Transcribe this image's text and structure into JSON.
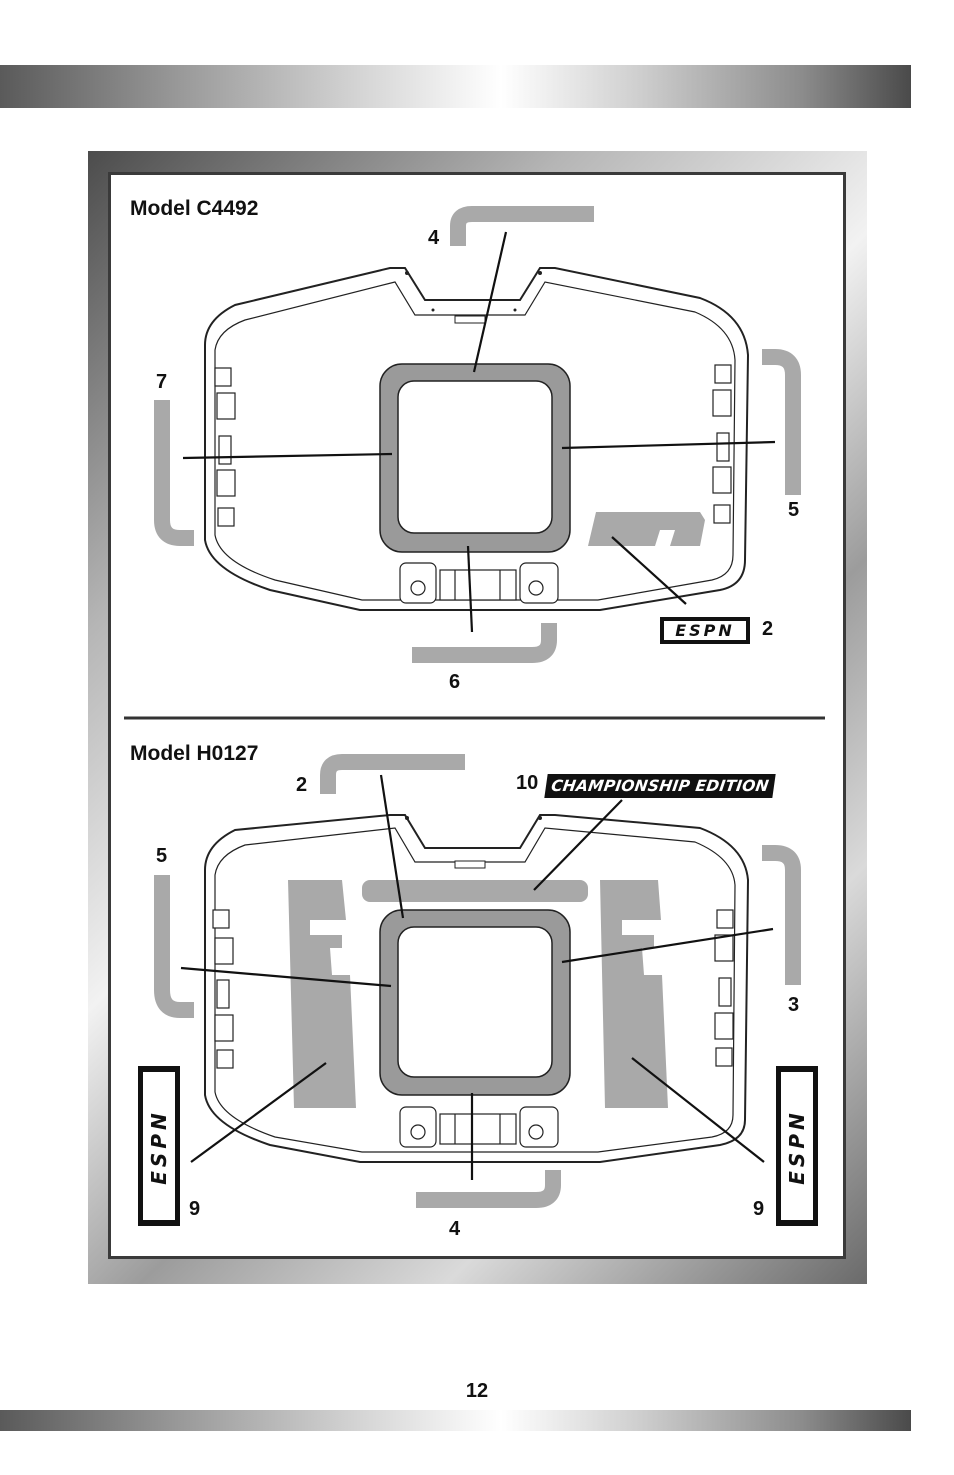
{
  "page_number": "12",
  "models": [
    {
      "title": "Model C4492",
      "callouts": {
        "c4": "4",
        "c7": "7",
        "c5": "5",
        "c6": "6",
        "c2": "2"
      },
      "logo_text": "ESPN"
    },
    {
      "title": "Model H0127",
      "callouts": {
        "c2": "2",
        "c10": "10",
        "c5": "5",
        "c3": "3",
        "c9a": "9",
        "c9b": "9",
        "c4": "4"
      },
      "banner_text": "CHAMPIONSHIP EDITION",
      "logo_text": "ESPN"
    }
  ],
  "colors": {
    "label_gray": "#a9a9a9",
    "ink": "#1a1a1a",
    "frame_border": "#3a3a3a"
  }
}
